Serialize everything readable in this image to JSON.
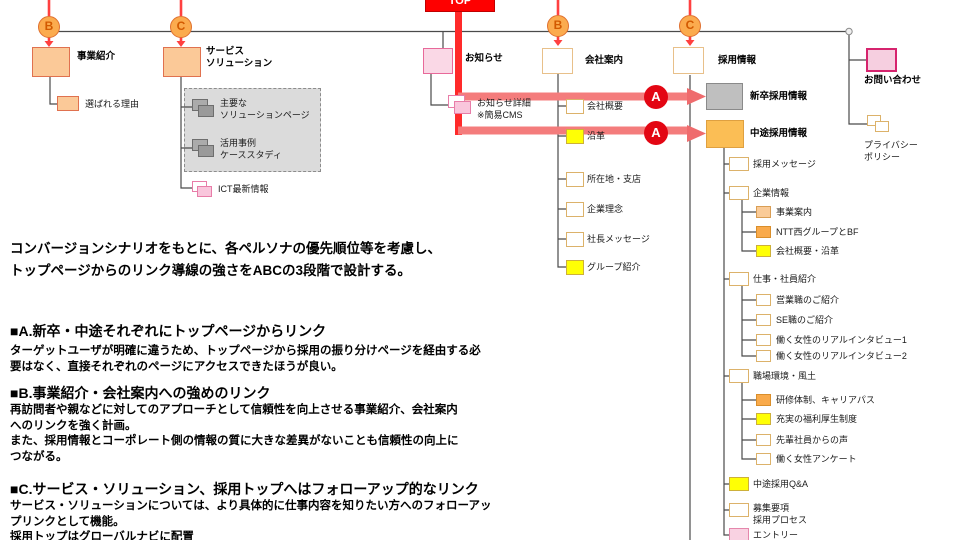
{
  "top": {
    "label": "TOP"
  },
  "priority_circles": [
    {
      "id": "b1",
      "letter": "B"
    },
    {
      "id": "c1",
      "letter": "C"
    },
    {
      "id": "b2",
      "letter": "B"
    },
    {
      "id": "c2",
      "letter": "C"
    }
  ],
  "priority_badges": [
    {
      "letter": "A"
    },
    {
      "letter": "A"
    }
  ],
  "colors": {
    "top_red": "#FE0000",
    "flow_line_red": "#FF2A2A",
    "band_pink": "#F47C7C",
    "badge_red": "#E30613",
    "circle_fill": "#FBAB4E",
    "circle_border": "#E0702E",
    "connector_gray": "#4A4A4A",
    "variants": {
      "white": {
        "fill": "#FFFFFF",
        "border": "#DCB26A"
      },
      "yellow": {
        "fill": "#FFFF05",
        "border": "#CDB03A"
      },
      "orange": {
        "fill": "#F9AA4B",
        "border": "#D98E2B"
      },
      "peach": {
        "fill": "#FACB98",
        "border": "#D99E55"
      },
      "pink": {
        "fill": "#F9D2E2",
        "border": "#E587AC"
      },
      "gray": {
        "fill": "#BFBFBF",
        "border": "#878787"
      }
    }
  },
  "sections": {
    "business": {
      "label": "事業紹介",
      "child": {
        "label": "選ばれる理由"
      }
    },
    "service": {
      "label": [
        "サービス",
        "ソリューション"
      ],
      "grouped_children": [
        {
          "label": [
            "主要な",
            "ソリューションページ"
          ]
        },
        {
          "label": [
            "活用事例",
            "ケーススタディ"
          ]
        }
      ],
      "child": {
        "label": "ICT最新情報"
      }
    },
    "news": {
      "label": "お知らせ",
      "child": {
        "label": [
          "お知らせ詳細",
          "※簡易CMS"
        ]
      }
    },
    "company": {
      "label": "会社案内",
      "children": [
        {
          "label": "会社概要",
          "variant": "white"
        },
        {
          "label": "沿革",
          "variant": "yellow"
        },
        {
          "label": "所在地・支店",
          "variant": "white"
        },
        {
          "label": "企業理念",
          "variant": "white"
        },
        {
          "label": "社長メッセージ",
          "variant": "white"
        },
        {
          "label": "グループ紹介",
          "variant": "yellow"
        }
      ]
    },
    "recruit": {
      "label": "採用情報",
      "shinsotsu": {
        "label": "新卒採用情報"
      },
      "chuto": {
        "label": "中途採用情報",
        "children": [
          {
            "label": "採用メッセージ",
            "variant": "white",
            "level": 1
          },
          {
            "label": "企業情報",
            "variant": "white",
            "level": 1
          },
          {
            "label": "事業案内",
            "variant": "peach",
            "level": 2
          },
          {
            "label": "NTT西グループとBF",
            "variant": "orange",
            "level": 2
          },
          {
            "label": "会社概要・沿革",
            "variant": "yellow",
            "level": 2
          },
          {
            "label": "仕事・社員紹介",
            "variant": "white",
            "level": 1
          },
          {
            "label": "営業職のご紹介",
            "variant": "white",
            "level": 2
          },
          {
            "label": "SE職のご紹介",
            "variant": "white",
            "level": 2
          },
          {
            "label": "働く女性のリアルインタビュー1",
            "variant": "white",
            "level": 2
          },
          {
            "label": "働く女性のリアルインタビュー2",
            "variant": "white",
            "level": 2
          },
          {
            "label": "職場環境・風土",
            "variant": "white",
            "level": 1
          },
          {
            "label": "研修体制、キャリアパス",
            "variant": "orange",
            "level": 2
          },
          {
            "label": "充実の福利厚生制度",
            "variant": "yellow",
            "level": 2
          },
          {
            "label": "先輩社員からの声",
            "variant": "white",
            "level": 2
          },
          {
            "label": "働く女性アンケート",
            "variant": "white",
            "level": 2
          },
          {
            "label": "中途採用Q&A",
            "variant": "yellow",
            "level": 1
          },
          {
            "label": [
              "募集要項",
              "採用プロセス"
            ],
            "variant": "white",
            "level": 1
          },
          {
            "label": "エントリー",
            "variant": "pink",
            "level": 1
          }
        ]
      }
    },
    "contact": {
      "label": "お問い合わせ",
      "child": {
        "label": [
          "プライバシー",
          "ポリシー"
        ]
      }
    }
  },
  "annotations": {
    "intro": [
      "コンバージョンシナリオをもとに、各ペルソナの優先順位等を考慮し、",
      "トップページからのリンク導線の強さをABCの3段階で設計する。"
    ],
    "section_a": {
      "heading": "■A.新卒・中途それぞれにトップページからリンク",
      "body": [
        "ターゲットユーザが明確に違うため、トップページから採用の振り分けページを経由する必",
        "要はなく、直接それぞれのページにアクセスできたほうが良い。"
      ]
    },
    "section_b": {
      "heading": "■B.事業紹介・会社案内への強めのリンク",
      "body": [
        "再訪問者や親などに対してのアプローチとして信頼性を向上させる事業紹介、会社案内",
        "へのリンクを強く計画。",
        "また、採用情報とコーポレート側の情報の質に大きな差異がないことも信頼性の向上に",
        "つながる。"
      ]
    },
    "section_c": {
      "heading": "■C.サービス・ソリューション、採用トップへはフォローアップ的なリンク",
      "body": [
        "サービス・ソリューションについては、より具体的に仕事内容を知りたい方へのフォローアッ",
        "プリンクとして機能。",
        "採用トップはグローバルナビに配置"
      ]
    }
  }
}
